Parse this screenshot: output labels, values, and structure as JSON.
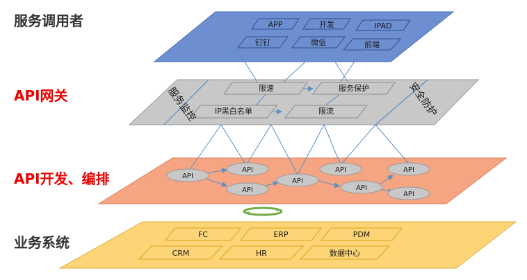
{
  "layers": {
    "consumers": {
      "label": "服务调用者",
      "label_color": "#333333",
      "fill": "#6d8fd1",
      "items": [
        "APP",
        "开发",
        "IPAD",
        "钉钉",
        "微信",
        "前端"
      ]
    },
    "gateway": {
      "label": "API网关",
      "label_color": "#ee0000",
      "fill": "#c8c8c8",
      "side_left": "服务监控",
      "side_right": "安全防护",
      "items": [
        "限速",
        "服务保护",
        "IP黑白名单",
        "限流"
      ]
    },
    "dev": {
      "label": "API开发、编排",
      "label_color": "#ee0000",
      "fill": "#f5a582",
      "node_text": "API"
    },
    "systems": {
      "label": "业务系统",
      "label_color": "#333333",
      "fill": "#fdd476",
      "items": [
        "FC",
        "ERP",
        "PDM",
        "CRM",
        "HR",
        "数据中心"
      ]
    }
  },
  "colors": {
    "connector": "#5a8fc4",
    "cycle_arrow": "#70ad47"
  }
}
